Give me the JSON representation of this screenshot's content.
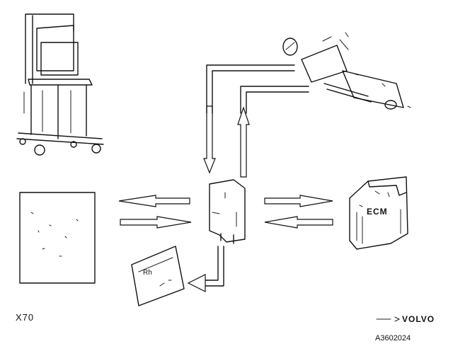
{
  "diagram": {
    "labels": {
      "left_code": "X70",
      "brand": "VOLVO",
      "figure_code": "A3602024",
      "ecm_label": "ECM",
      "reader_label": "Rh"
    }
  }
}
